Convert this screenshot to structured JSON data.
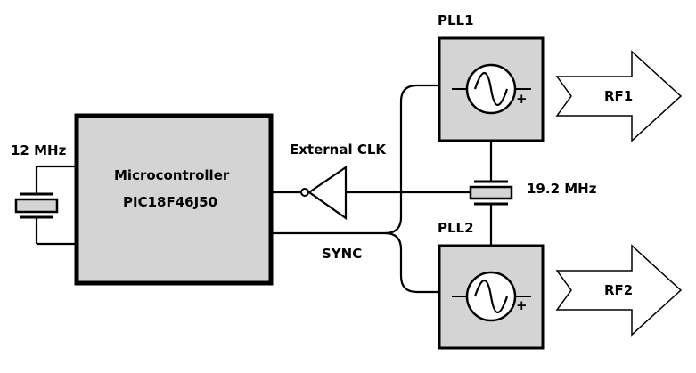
{
  "labels": {
    "crystal_12": "12 MHz",
    "mcu_line1": "Microcontroller",
    "mcu_line2": "PIC18F46J50",
    "external_clk": "External CLK",
    "crystal_192": "19.2 MHz",
    "sync": "SYNC",
    "pll1": "PLL1",
    "pll2": "PLL2",
    "rf1": "RF1",
    "rf2": "RF2",
    "osc_plus": "+"
  },
  "colors": {
    "block_fill": "#d4d4d4",
    "stroke": "#000000",
    "background": "#ffffff"
  },
  "icons": {
    "oscillator": "sine-wave-source-icon",
    "crystal": "crystal-icon",
    "buffer": "inverter-buffer-icon",
    "output": "arrow-right-icon"
  }
}
